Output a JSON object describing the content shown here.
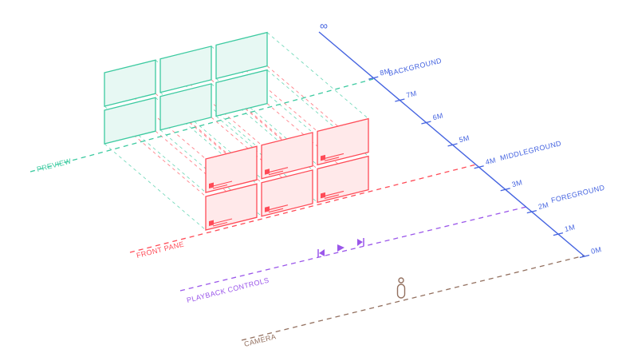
{
  "axis": {
    "infinity_label": "∞",
    "ticks": [
      {
        "label": "8M",
        "depth": 8
      },
      {
        "label": "7M",
        "depth": 7
      },
      {
        "label": "6M",
        "depth": 6
      },
      {
        "label": "5M",
        "depth": 5
      },
      {
        "label": "4M",
        "depth": 4
      },
      {
        "label": "3M",
        "depth": 3
      },
      {
        "label": "2M",
        "depth": 2
      },
      {
        "label": "1M",
        "depth": 1
      },
      {
        "label": "0M",
        "depth": 0
      }
    ],
    "zones": {
      "background": "BACKGROUND",
      "middleground": "MIDDLEGROUND",
      "foreground": "FOREGROUND"
    }
  },
  "layers": {
    "preview": "PREVIEW",
    "front_pane": "FRONT PANE",
    "playback_controls": "PLAYBACK CONTROLS",
    "camera": "CAMERA"
  },
  "playback_icons": [
    "skip-back-icon",
    "play-icon",
    "skip-forward-icon"
  ],
  "grid": {
    "rows": 2,
    "cols": 3
  },
  "colors": {
    "axis": "#4463e0",
    "preview": "#3ccaa0",
    "preview_fill": "#e7f8f3",
    "front": "#ff4b57",
    "front_fill": "#ffe9ea",
    "playback": "#9b57ea",
    "camera": "#93705f"
  }
}
